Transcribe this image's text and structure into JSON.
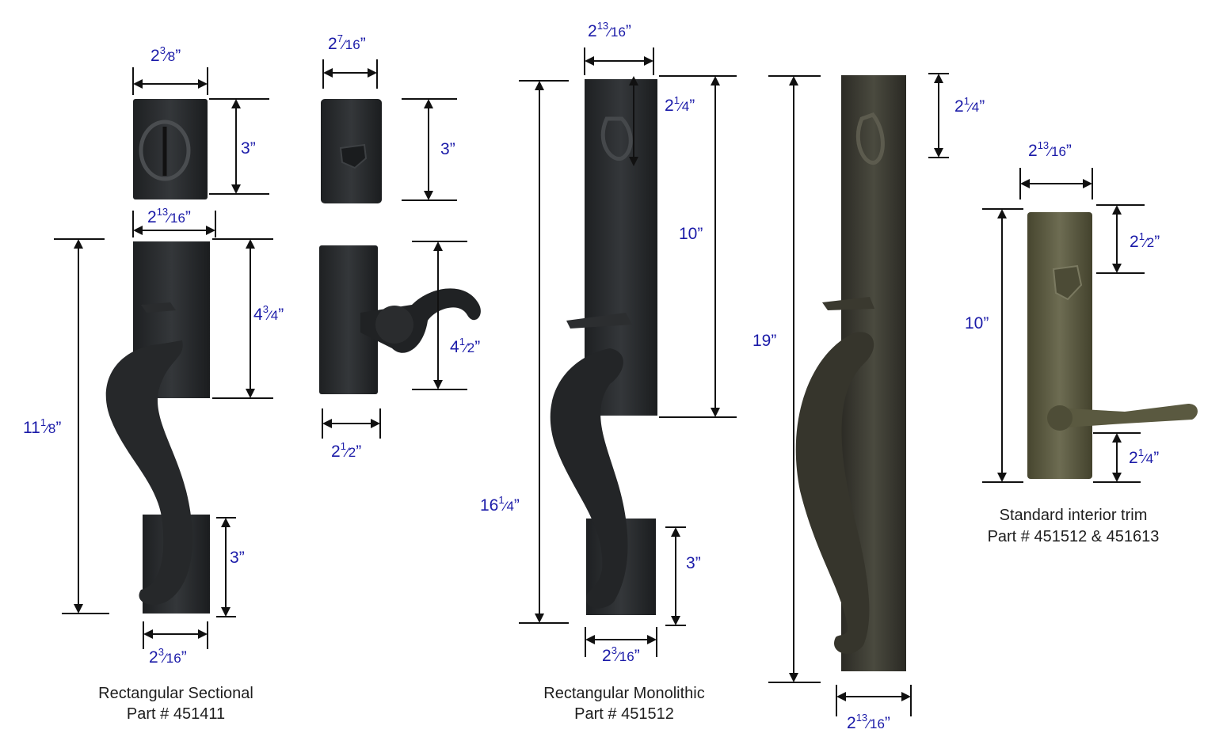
{
  "colors": {
    "dimension_text": "#1a1aa8",
    "caption_text": "#1e1e1e",
    "oil_rubbed_bronze": "#2b2d30",
    "tumbled_bronze": "#3b3a32",
    "medium_bronze": "#5c5b45"
  },
  "captions": {
    "sectional_name": "Rectangular Sectional",
    "sectional_part": "Part # 451411",
    "monolithic_name": "Rectangular Monolithic",
    "monolithic_part": "Part # 451512",
    "interior_name": "Standard interior trim",
    "interior_part": "Part # 451512 & 451613"
  },
  "dims": {
    "sec_deadbolt_w": {
      "whole": "2",
      "num": "3",
      "den": "8",
      "mark": "”"
    },
    "sec_deadbolt_h": {
      "whole": "3",
      "mark": "”"
    },
    "sec_handle_w": {
      "whole": "2",
      "num": "13",
      "den": "16",
      "mark": "”"
    },
    "sec_handle_h": {
      "whole": "4",
      "num": "3",
      "den": "4",
      "mark": "”"
    },
    "sec_total_h": {
      "whole": "11",
      "num": "1",
      "den": "8",
      "mark": "”"
    },
    "sec_base_h": {
      "whole": "3",
      "mark": "”"
    },
    "sec_base_w": {
      "whole": "2",
      "num": "3",
      "den": "16",
      "mark": "”"
    },
    "int_deadbolt_w": {
      "whole": "2",
      "num": "7",
      "den": "16",
      "mark": "”"
    },
    "int_deadbolt_h": {
      "whole": "3",
      "mark": "”"
    },
    "int_lever_h": {
      "whole": "4",
      "num": "1",
      "den": "2",
      "mark": "”"
    },
    "int_lever_w": {
      "whole": "2",
      "num": "1",
      "den": "2",
      "mark": "”"
    },
    "mono_w": {
      "whole": "2",
      "num": "13",
      "den": "16",
      "mark": "”"
    },
    "mono_top": {
      "whole": "2",
      "num": "1",
      "den": "4",
      "mark": "”"
    },
    "mono_plate_h": {
      "whole": "10",
      "mark": "”"
    },
    "mono_total_h": {
      "whole": "16",
      "num": "1",
      "den": "4",
      "mark": "”"
    },
    "mono_base_h": {
      "whole": "3",
      "mark": "”"
    },
    "mono_base_w": {
      "whole": "2",
      "num": "3",
      "den": "16",
      "mark": "”"
    },
    "tall_h": {
      "whole": "19",
      "mark": "”"
    },
    "tall_top": {
      "whole": "2",
      "num": "1",
      "den": "4",
      "mark": "”"
    },
    "tall_w": {
      "whole": "2",
      "num": "13",
      "den": "16",
      "mark": "”"
    },
    "std_w": {
      "whole": "2",
      "num": "13",
      "den": "16",
      "mark": "”"
    },
    "std_top": {
      "whole": "2",
      "num": "1",
      "den": "2",
      "mark": "”"
    },
    "std_h": {
      "whole": "10",
      "mark": "”"
    },
    "std_lever": {
      "whole": "2",
      "num": "1",
      "den": "4",
      "mark": "”"
    }
  }
}
